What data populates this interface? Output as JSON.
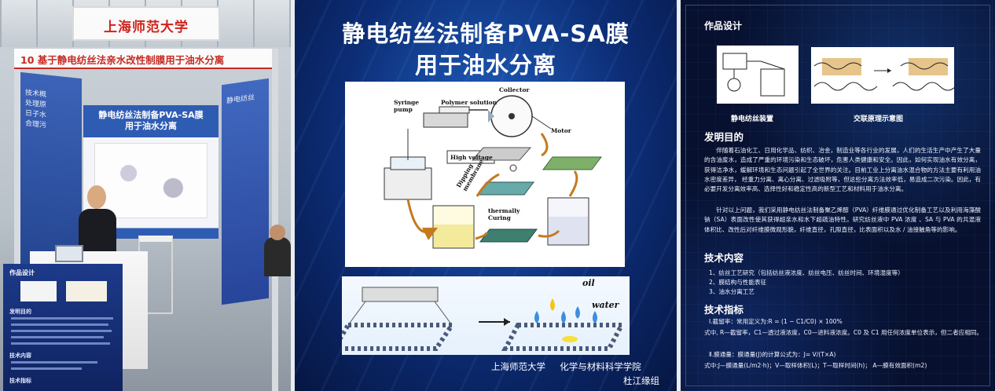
{
  "photo": {
    "header_board": "上海师范大学",
    "title_strip": "10  基于静电纺丝法亲水改性制膜用于油水分离",
    "poster_title": "静电纺丝法制备PVA-SA膜\n用于油水分离",
    "left_wall_text": "技术概\n处理原\n日子水\n合理污",
    "right_wall_text": "静电纺丝",
    "front_panel": {
      "heading": "作品设计",
      "sub1": "发明目的",
      "sub2": "技术内容",
      "sub3": "技术指标"
    }
  },
  "poster": {
    "title_line1": "静电纺丝法制备PVA-SA膜",
    "title_line2": "用于油水分离",
    "diagram_labels": {
      "syringe": "Syringe\npump",
      "polymer": "Polymer solution",
      "collector": "Collector",
      "motor": "Motor",
      "high_voltage": "High voltage",
      "dipping": "Dipping\nmembrane",
      "curing": "thermally\nCuring"
    },
    "lower_labels": {
      "oil": "oil",
      "water": "water"
    },
    "footer_line1": "上海师范大学     化学与材料科学学院",
    "footer_line2": "杜江缘组"
  },
  "design": {
    "heading": "作品设计",
    "caption_left": "静电纺丝装置",
    "caption_right": "交联原理示意图",
    "purpose_heading": "发明目的",
    "purpose_p1": "伴随着石油化工、日用化学品、纺织、冶金，制造业等各行业的发展，人们的生活生产中产生了大量的含油废水，造成了严重的环境污染和生态破坏，危害人类健康和安全。因此，如何实现油水有效分离，获得洁净水，缓解环境和生态问题引起了全世界的关注。目前工业上分离油水混合物的方法主要有利用油水密度差异， 经重力分离、离心分离、过滤吸附等，但这些分离方法效率低，易造成二次污染。因此，有必要开发分离效率高、选择性好和稳定性高的新型工艺和材料用于油水分离。",
    "purpose_p2": "针对以上问题，我们采用静电纺丝法制备聚乙烯醇（PVA）纤维膜通过优化制备工艺以及利用海藻酸钠（SA）表面改性使其获得超亲水和水下超疏油特性。研究纺丝液中 PVA 浓度 、SA 与 PVA 的共混液体积比、改性后对纤维膜微观形貌，纤维直径，孔隙直径，比表面积以及水 / 油接触角等的影响。",
    "tech_heading": "技术内容",
    "tech_items": [
      "1、纺丝工艺研究（包括纺丝液浓度、纺丝电压、纺丝时间、环境湿度等）",
      "2、膜结构与性能表征",
      "3、油水分离工艺"
    ],
    "index_heading": "技术指标",
    "index_i": "Ⅰ.截留率：常用定义为:R = (1 − C1/C0) × 100%",
    "index_i_desc": "式中, R—截留率，C1—透过液浓度，C0—进料液浓度。C0 及 C1 用任何浓度单位表示，但二者应相同。",
    "index_ii": "Ⅱ.膜通量：膜通量(J)的计算公式为：J= V/(T×A)",
    "index_ii_desc": "式中:J—膜通量(L/m2·h)；V—取样体积(L)；T—取样时间(h)； A—膜有效面积(m2)"
  }
}
